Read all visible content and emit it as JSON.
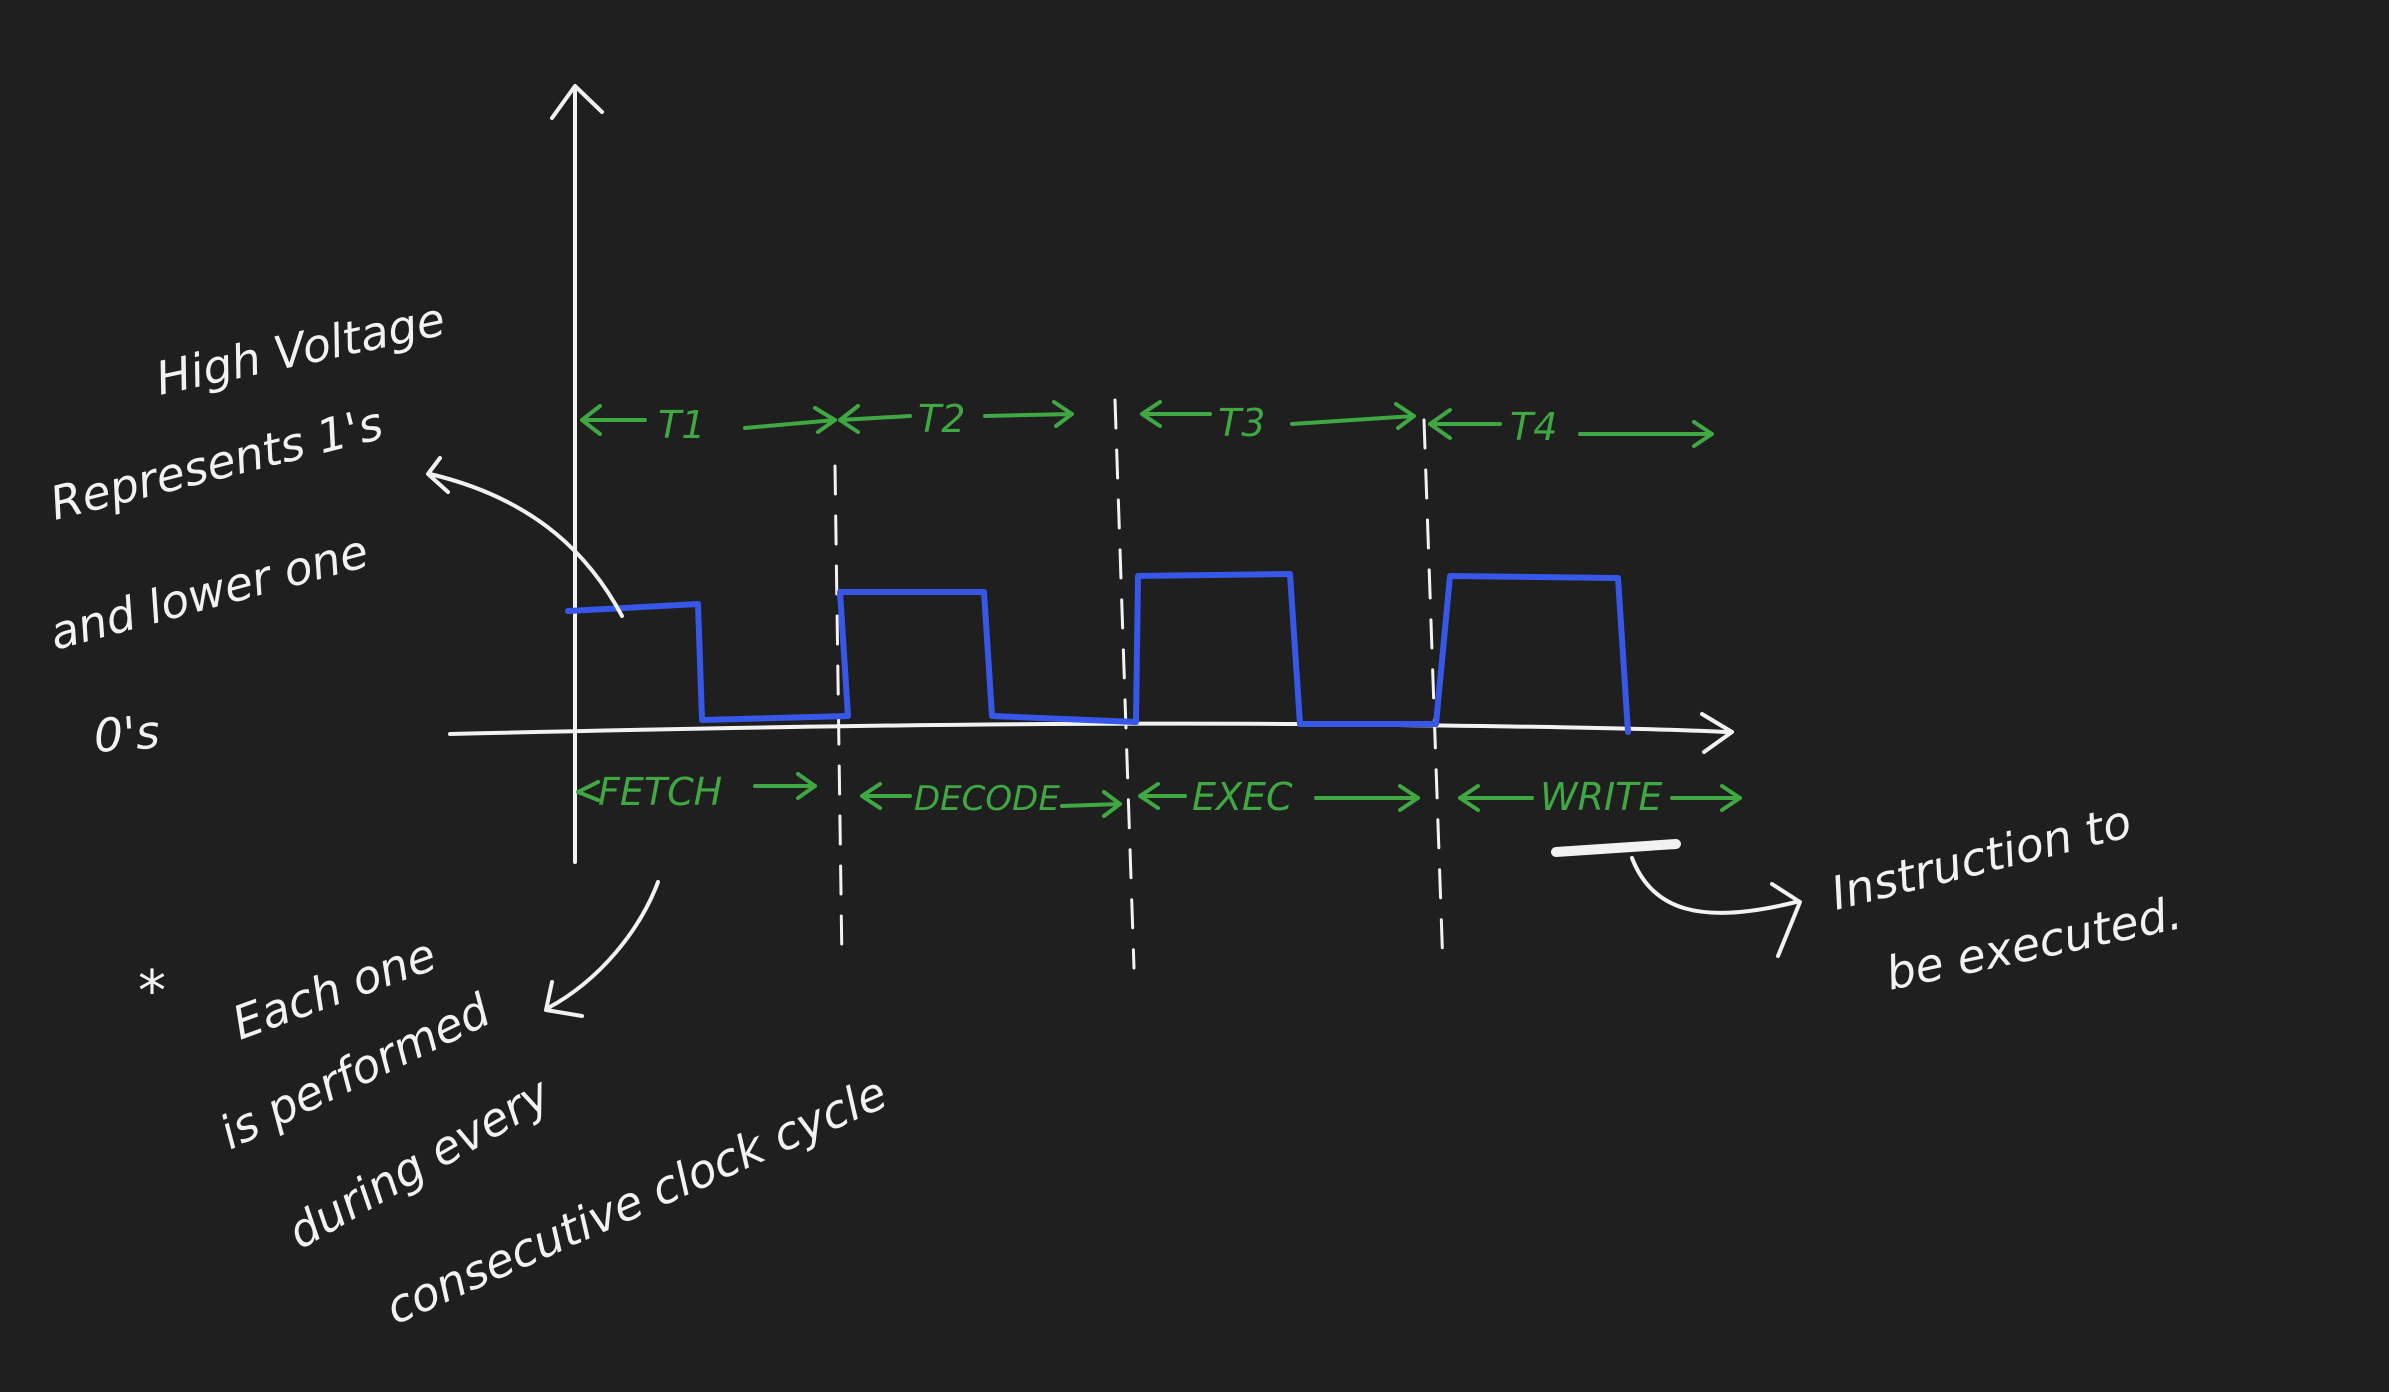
{
  "notes": {
    "high_voltage_1": "High Voltage",
    "high_voltage_2": "Represents 1's",
    "high_voltage_3": "and lower one",
    "high_voltage_4": "0's",
    "each_one_1": "Each one",
    "each_one_2": "is performed",
    "each_one_3": "during every",
    "each_one_4": "consecutive clock cycle",
    "star": "*",
    "instruction_1": "Instruction to",
    "instruction_2": "be executed."
  },
  "clock_periods": [
    "T1",
    "T2",
    "T3",
    "T4"
  ],
  "stages": [
    "FETCH",
    "DECODE",
    "EXEC",
    "WRITE"
  ],
  "signal": {
    "levels": [
      1,
      0,
      1,
      0,
      1,
      0,
      1,
      0
    ],
    "meaning": {
      "high": "1",
      "low": "0"
    }
  },
  "colors": {
    "background": "#1f1f1f",
    "ink": "#f2f2f2",
    "annotation": "#3fa843",
    "signal": "#3657e8"
  }
}
